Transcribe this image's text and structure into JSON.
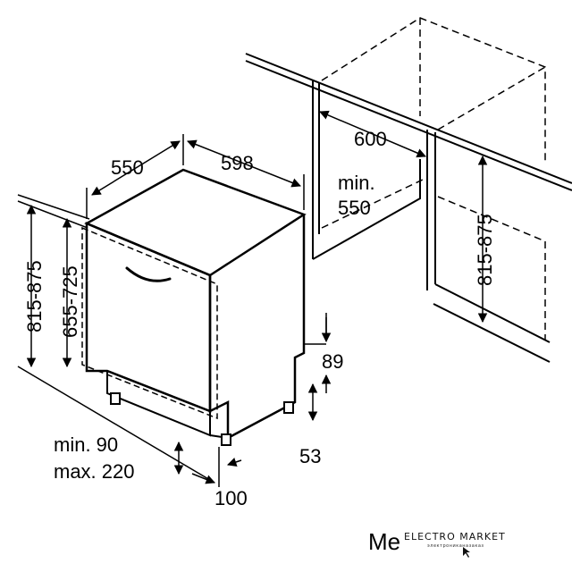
{
  "dimensions": {
    "depth": "550",
    "width": "598",
    "niche_width": "600",
    "niche_depth_prefix": "min.",
    "niche_depth_value": "550",
    "niche_height": "815-875",
    "total_height": "815-875",
    "front_height": "655-725",
    "plinth_height": "89",
    "foot_offset": "53",
    "plinth_min": "min. 90",
    "plinth_max": "max. 220",
    "plinth_depth": "100"
  },
  "watermark": {
    "partial_text": "Me",
    "brand": "ELECTRO MARKET",
    "tagline": "электрониканазаказ"
  }
}
